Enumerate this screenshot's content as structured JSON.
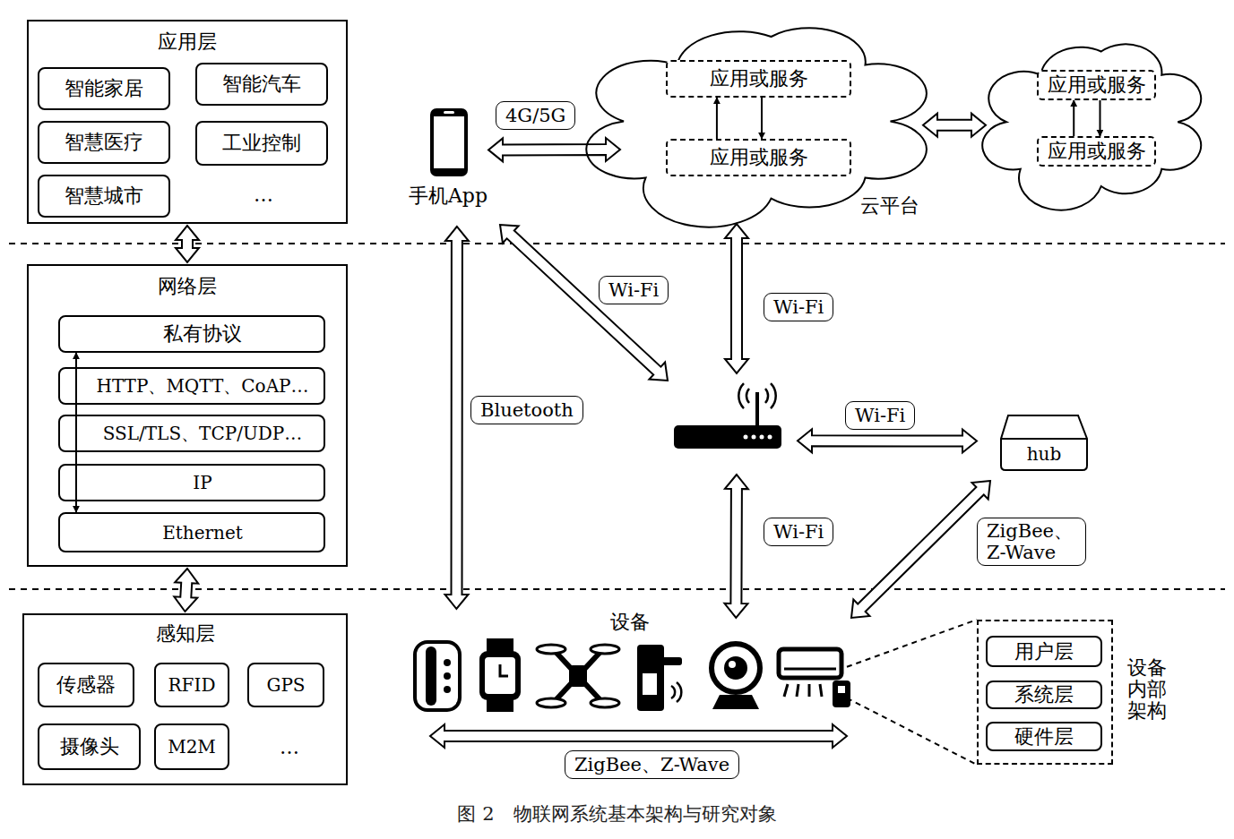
{
  "diagram": {
    "caption": "图 2　物联网系统基本架构与研究对象",
    "nodes": [
      {
        "text": [
          "应用层"
        ]
      },
      {
        "text": [
          "智能家居"
        ],
        "in": 0
      },
      {
        "text": [
          "智能汽车"
        ],
        "in": 0
      },
      {
        "text": [
          "智慧医疗"
        ],
        "in": 0
      },
      {
        "text": [
          "工业控制"
        ],
        "in": 0
      },
      {
        "text": [
          "智慧城市"
        ],
        "in": 0
      },
      {
        "text": [
          "网络层"
        ]
      },
      {
        "text": [
          "私有协议"
        ],
        "in": 6
      },
      {
        "text": [
          "HTTP、MQTT、CoAP…"
        ],
        "in": 6
      },
      {
        "text": [
          "SSL/TLS、TCP/UDP…"
        ],
        "in": 6
      },
      {
        "text": [
          "IP"
        ],
        "in": 6
      },
      {
        "text": [
          "Ethernet"
        ],
        "in": 6
      },
      {
        "text": [
          "感知层"
        ]
      },
      {
        "text": [
          "传感器"
        ],
        "in": 12
      },
      {
        "text": [
          "RFID"
        ],
        "in": 12
      },
      {
        "text": [
          "GPS"
        ],
        "in": 12
      },
      {
        "text": [
          "摄像头"
        ],
        "in": 12
      },
      {
        "text": [
          "M2M"
        ],
        "in": 12
      },
      {
        "text": [
          "手机App"
        ]
      },
      {
        "text": [
          "云平台"
        ]
      },
      {
        "text": [
          "应用或服务"
        ],
        "in": 19
      },
      {
        "text": [
          "应用或服务"
        ],
        "in": 19
      },
      {
        "text": []
      },
      {
        "text": [
          "应用或服务"
        ],
        "in": 22
      },
      {
        "text": [
          "应用或服务"
        ],
        "in": 22
      },
      {
        "text": []
      },
      {
        "text": [
          "hub"
        ]
      },
      {
        "text": [
          "设备"
        ]
      },
      {
        "text": [
          "设备内部架构"
        ]
      },
      {
        "text": [
          "用户层"
        ],
        "in": 28
      },
      {
        "text": [
          "系统层"
        ],
        "in": 28
      },
      {
        "text": [
          "硬件层"
        ],
        "in": 28
      }
    ],
    "edges": [
      {
        "from": 0,
        "to": 6,
        "arrow": "both"
      },
      {
        "from": 6,
        "to": 12,
        "arrow": "both"
      },
      {
        "from": 7,
        "to": 11,
        "arrow": "both"
      },
      {
        "from": 18,
        "to": 19,
        "label": "4G/5G",
        "arrow": "both"
      },
      {
        "from": 21,
        "to": 20,
        "arrow": "to"
      },
      {
        "from": 20,
        "to": 21,
        "arrow": "to"
      },
      {
        "from": 24,
        "to": 23,
        "arrow": "to"
      },
      {
        "from": 23,
        "to": 24,
        "arrow": "to"
      },
      {
        "from": 19,
        "to": 22,
        "arrow": "both"
      },
      {
        "from": 18,
        "to": 25,
        "label": "Wi-Fi",
        "arrow": "both"
      },
      {
        "from": 19,
        "to": 25,
        "label": "Wi-Fi",
        "arrow": "both"
      },
      {
        "from": 25,
        "to": 26,
        "label": "Wi-Fi",
        "arrow": "both"
      },
      {
        "from": 25,
        "to": 27,
        "label": "Wi-Fi",
        "arrow": "both"
      },
      {
        "from": 26,
        "to": 27,
        "label": "ZigBee、Z-Wave",
        "arrow": "both"
      },
      {
        "from": 18,
        "to": 27,
        "label": "Bluetooth",
        "arrow": "both"
      },
      {
        "from": 27,
        "to": 28,
        "arrow": "none"
      }
    ],
    "labels": [
      "…",
      "…",
      "ZigBee、Z-Wave"
    ]
  }
}
